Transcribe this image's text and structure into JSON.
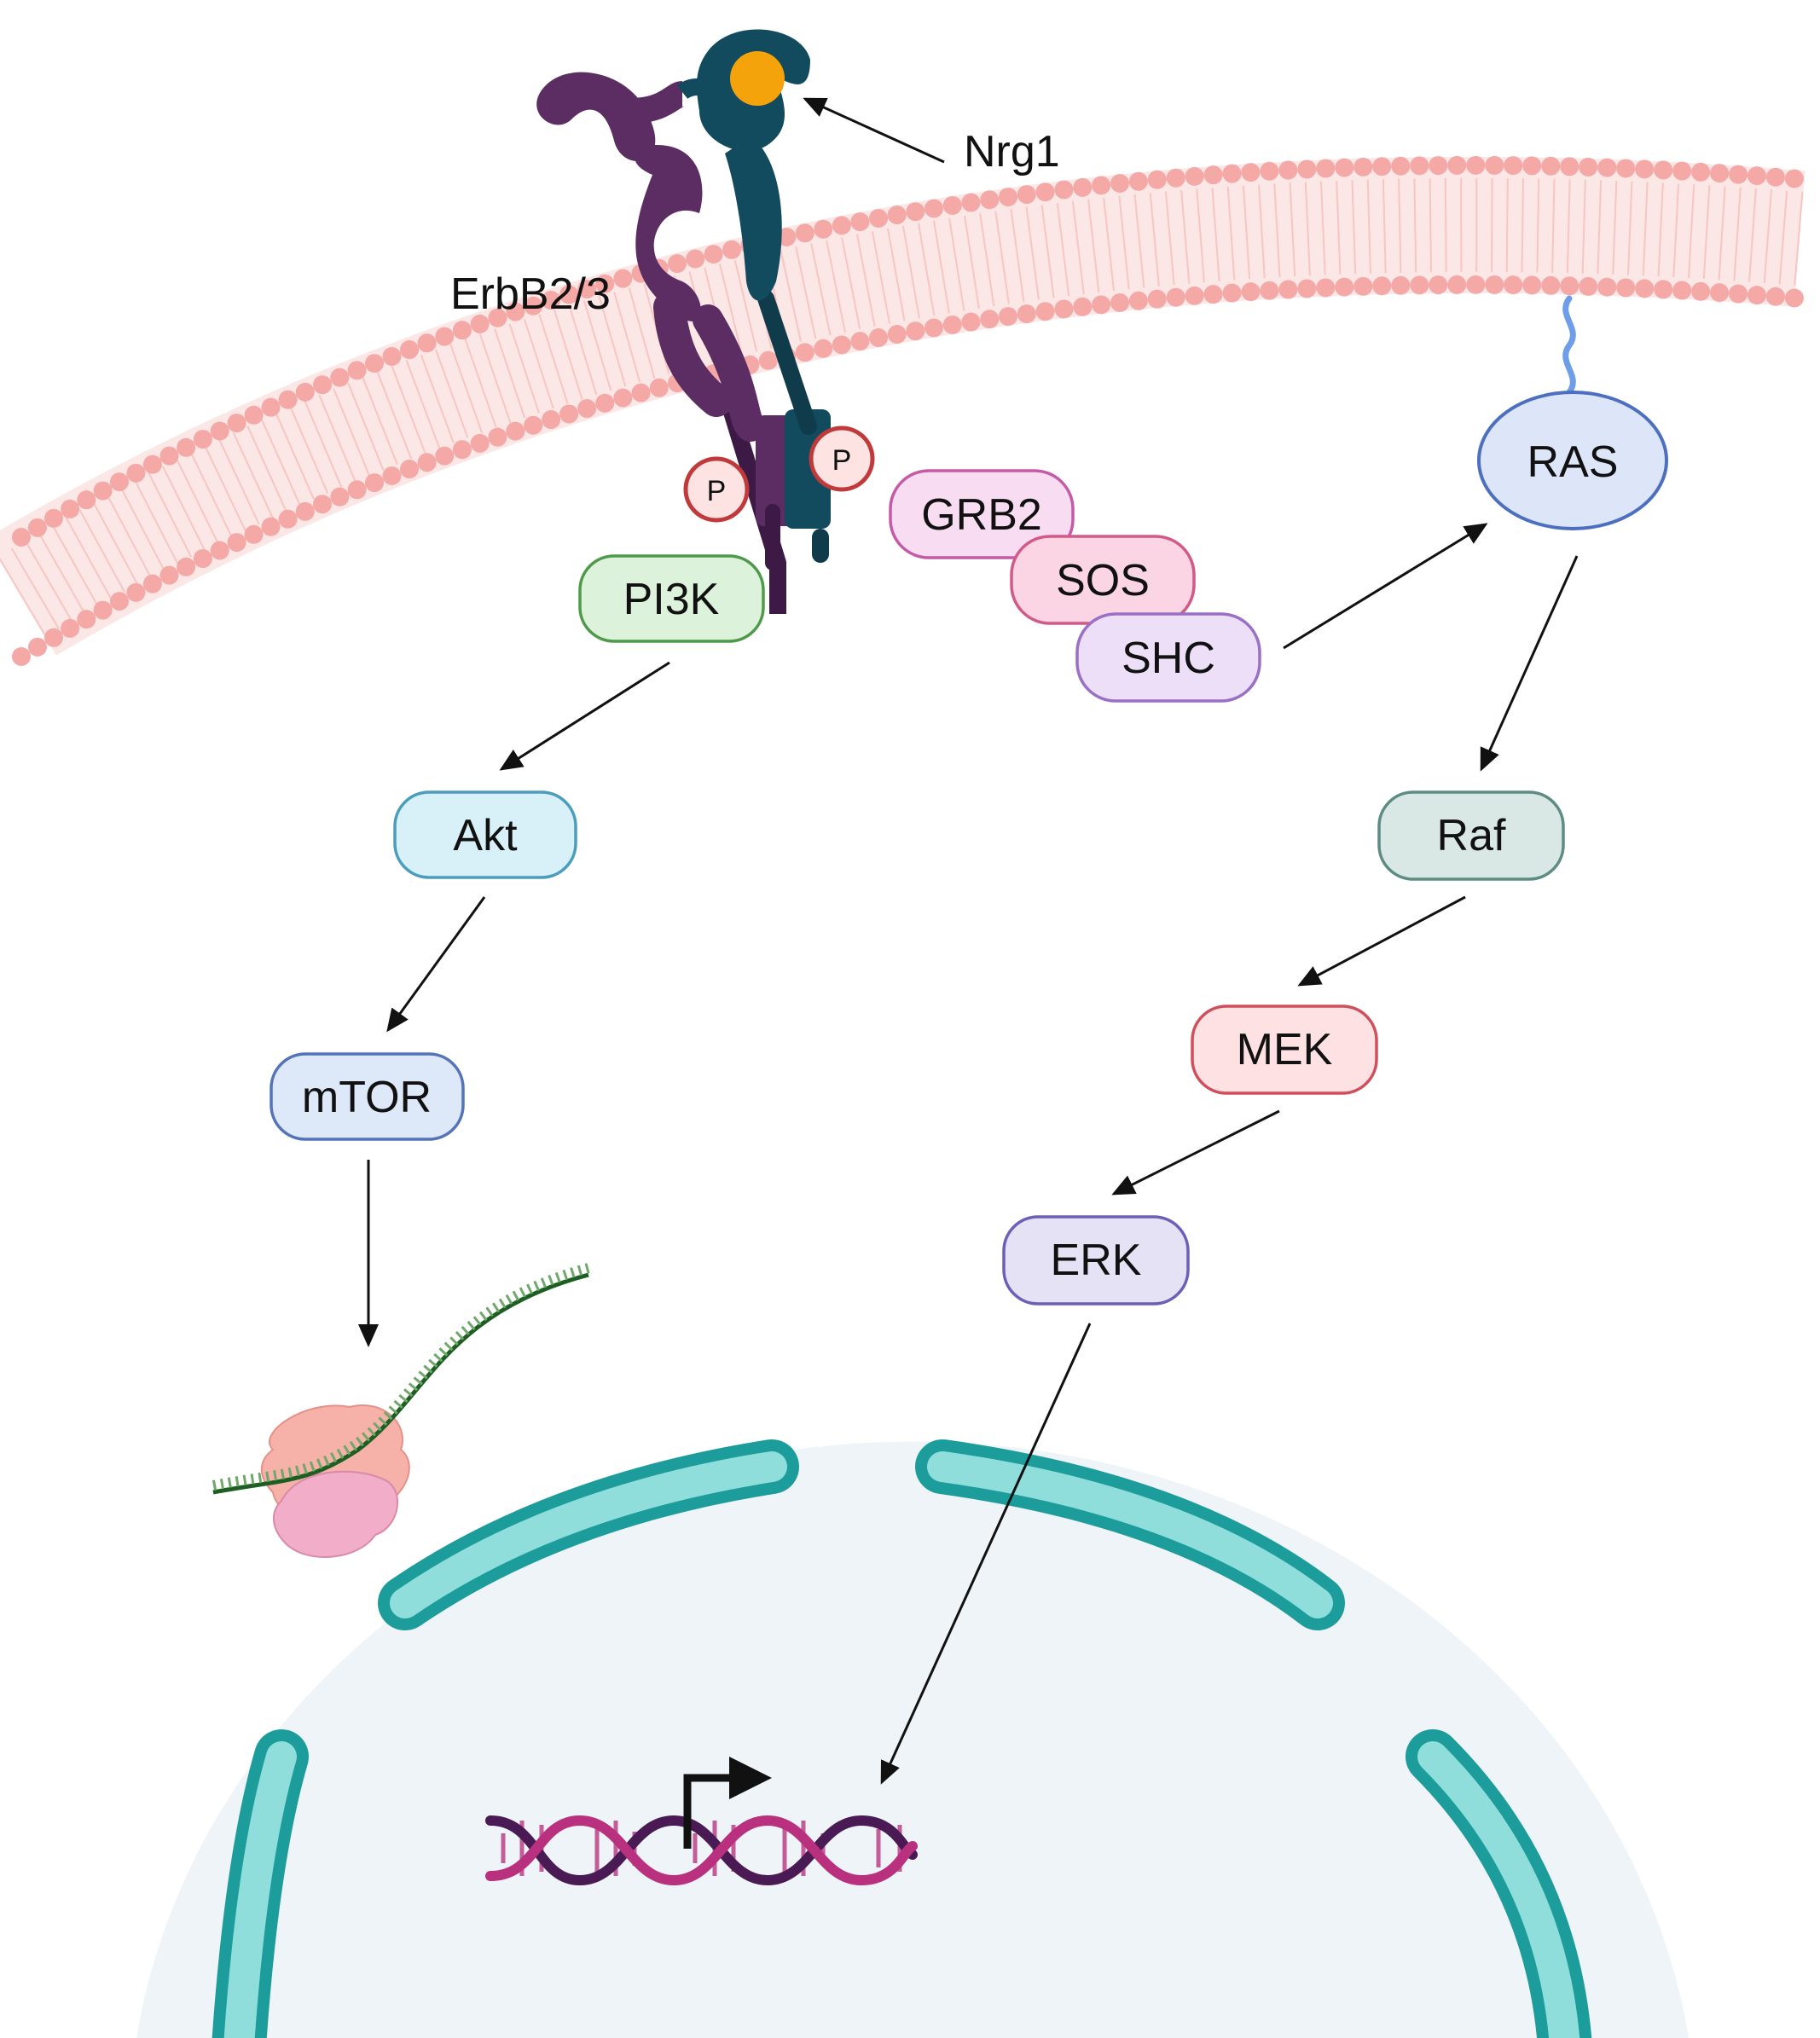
{
  "labels": {
    "ligand": "Nrg1",
    "receptor": "ErbB2/3",
    "phospho": "P"
  },
  "nodes": {
    "pi3k": "PI3K",
    "akt": "Akt",
    "mtor": "mTOR",
    "grb2": "GRB2",
    "sos": "SOS",
    "shc": "SHC",
    "ras": "RAS",
    "raf": "Raf",
    "mek": "MEK",
    "erk": "ERK"
  },
  "colors": {
    "membrane": "#f7c6c3",
    "receptor_left": "#5b2d63",
    "receptor_right": "#124a5e",
    "ligand": "#f5a30a",
    "nuclear_envelope": "#2fb3b1",
    "nucleus_fill": "#eef4f7",
    "dna_strand_a": "#4a1a55",
    "dna_strand_b": "#b8307e",
    "mrna": "#1d5e22"
  }
}
